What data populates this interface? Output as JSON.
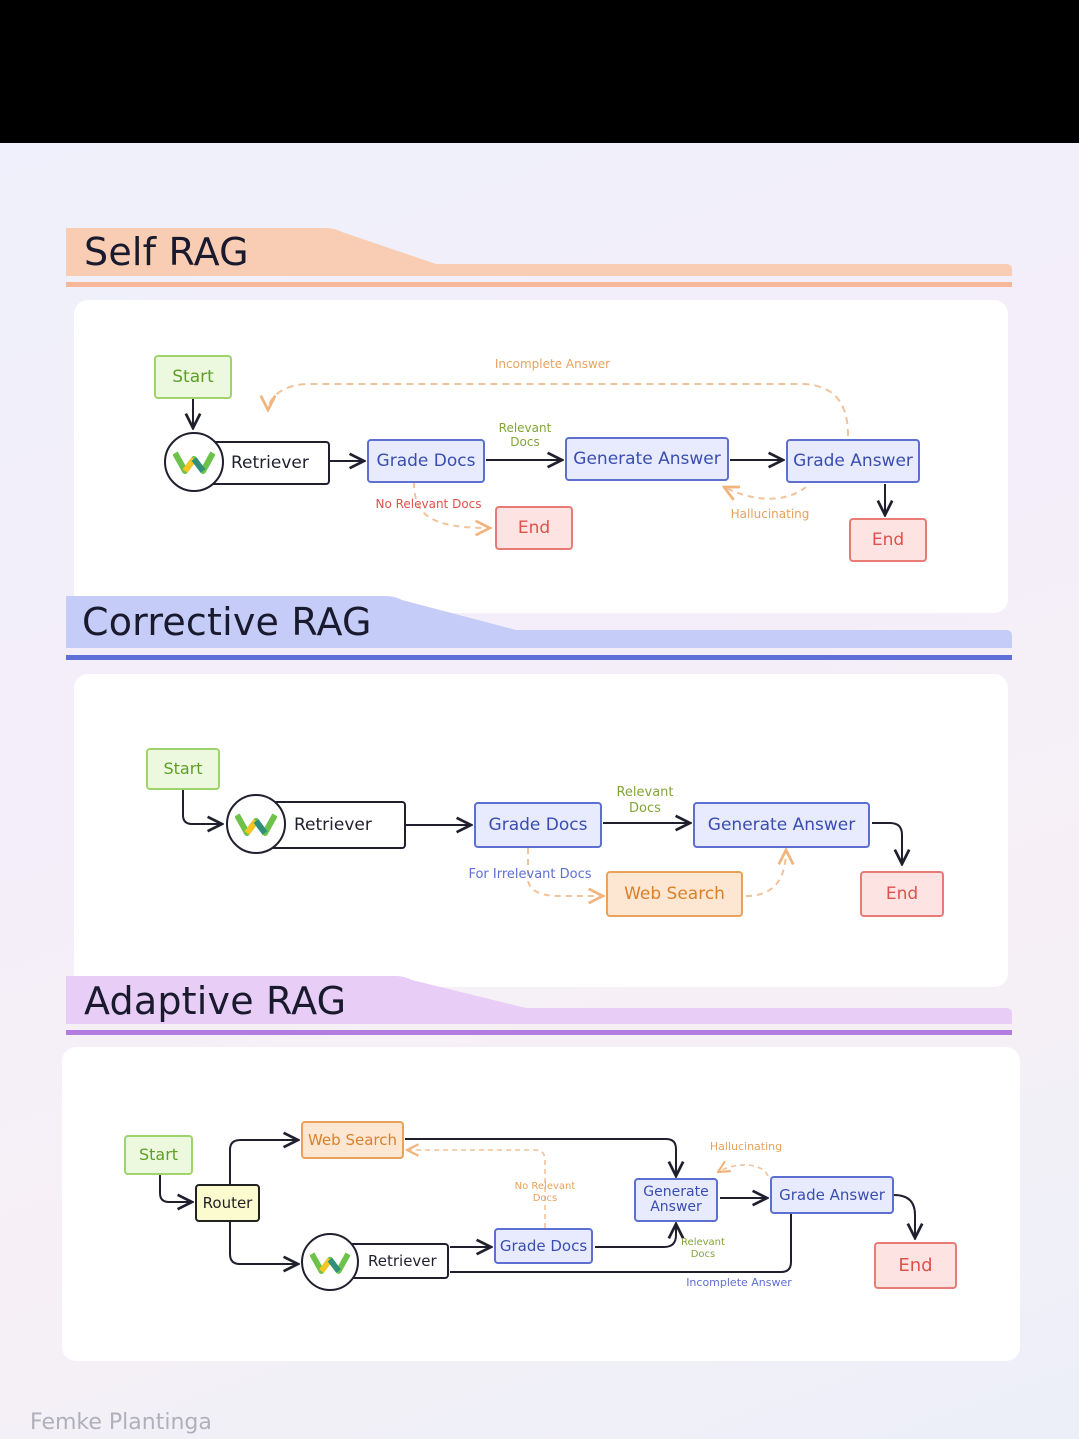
{
  "self_rag": {
    "title": "Self RAG",
    "start": "Start",
    "retriever": "Retriever",
    "grade_docs": "Grade Docs",
    "generate_answer": "Generate Answer",
    "grade_answer": "Grade Answer",
    "end_left": "End",
    "end_right": "End",
    "incomplete_answer": "Incomplete Answer",
    "relevant_docs": "Relevant Docs",
    "no_relevant_docs": "No Relevant Docs",
    "hallucinating": "Hallucinating"
  },
  "corrective_rag": {
    "title": "Corrective RAG",
    "start": "Start",
    "retriever": "Retriever",
    "grade_docs": "Grade Docs",
    "generate_answer": "Generate Answer",
    "web_search": "Web Search",
    "end": "End",
    "relevant_docs": "Relevant Docs",
    "irrelevant_docs": "For Irrelevant Docs"
  },
  "adaptive_rag": {
    "title": "Adaptive RAG",
    "start": "Start",
    "router": "Router",
    "web_search": "Web Search",
    "retriever": "Retriever",
    "grade_docs": "Grade Docs",
    "generate_answer": "Generate Answer",
    "grade_answer": "Grade Answer",
    "end": "End",
    "hallucinating": "Hallucinating",
    "no_relevant_docs": "No Relevant Docs",
    "relevant_docs": "Relevant Docs",
    "incomplete_answer": "Incomplete Answer"
  },
  "credit": "Femke Plantinga",
  "colors": {
    "self_band": "#f8cdb3",
    "corrective_band": "#c5ccf8",
    "adaptive_band": "#e8cdf6",
    "green": "#9fd36c",
    "blue": "#5d6fd1",
    "red": "#e87b76",
    "orange": "#e7a25c"
  }
}
